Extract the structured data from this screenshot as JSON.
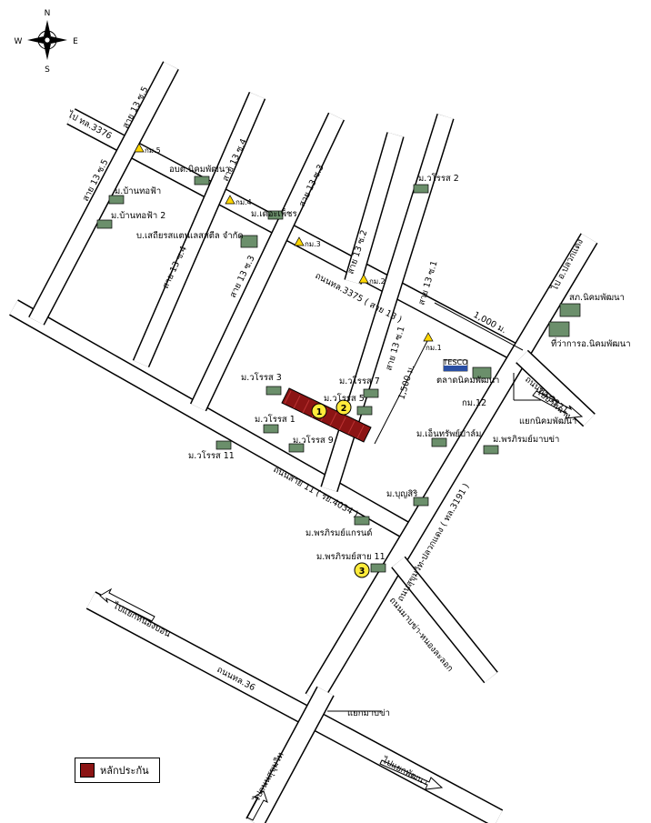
{
  "compass": {
    "north": "N",
    "south": "S",
    "east": "E",
    "west": "W"
  },
  "legend": {
    "label": "หลักประกัน",
    "color": "#8b1414"
  },
  "roads": {
    "to_3376": "ไป ทล.3376",
    "soi13_5_top": "สาย 13 ซ.5",
    "soi13_5_left": "สาย 13 ซ.5",
    "soi13_4_top": "สาย 13 ซ.4",
    "soi13_4_left": "สาย 13 ซ.4",
    "soi13_3_top": "สาย 13 ซ.3",
    "soi13_3_left": "สาย 13 ซ.3",
    "soi13_2": "สาย 13 ซ.2",
    "soi13_1_top": "สาย 13 ซ.1",
    "soi13_1_mid": "สาย 13 ซ.1",
    "road3375": "ถนนทล.3375 ( สาย 13 )",
    "road11": "ถนนสาย 11 ( รย.4034 )",
    "sukhumvit": "ถนนสุขุมวิท-ปลวกแดง ( ทล.3191 )",
    "road3371": "ถนนทล.3371",
    "to_banchang": "ไปบ้านฉาง",
    "to_pluakdaeng": "ไป อ.ปลวกแดง",
    "to_nongbon": "ไปแยกหนองบอน",
    "road36": "ถนนทล.36",
    "maptaphut_nongfab": "ถนนมาบข่า-หนองละลอก",
    "to_sukhumvit": "ไปถนนสุขุมวิท",
    "to_phattana": "ไปแยกพัฒนา"
  },
  "distances": {
    "d1000": "1,000 ม.",
    "d1500": "1,500 ม."
  },
  "km_posts": {
    "k5": "กม.5",
    "k4": "กม.4",
    "k3": "กม.3",
    "k2": "กม.2",
    "k1": "กม.1",
    "k12": "กม.12"
  },
  "places": {
    "obt": "อบต.นิคมพัฒนา",
    "ban_thofa": "ม.บ้านทอฟ้า",
    "ban_thofa2": "ม.บ้านทอฟ้า 2",
    "company": "บ.เสถียรสแตนเลสสตีล จำกัด",
    "cathay": "ม.เดอะเพ็ชร",
    "woraroj2": "ม.วโรรส 2",
    "police": "สภ.นิคมพัฒนา",
    "district": "ที่ว่าการอ.นิคมพัฒนา",
    "tesco_brand": "TESCO",
    "tesco": "ตลาดนิคมพัฒนา",
    "junction": "แยกนิคมพัฒนา",
    "woraroj3": "ม.วโรรส 3",
    "woraroj7": "ม.วโรรส 7",
    "woraroj5": "ม.วโรรส 5",
    "woraroj1": "ม.วโรรส 1",
    "woraroj9": "ม.วโรรส 9",
    "woraroj11": "ม.วโรรส 11",
    "enprop": "ม.เอ็นทรัพย์ปาล์ม",
    "phornphirom_bc": "ม.พรภิรมย์มาบข่า",
    "boonsiri": "ม.บุญสิริ",
    "phornphirom_g": "ม.พรภิรมย์แกรนด์",
    "phornphirom_11": "ม.พรภิรมย์สาย 11",
    "maptaphut_junction": "แยกมาบข่า"
  },
  "markers": {
    "m1": "1",
    "m2": "2",
    "m3": "3"
  }
}
